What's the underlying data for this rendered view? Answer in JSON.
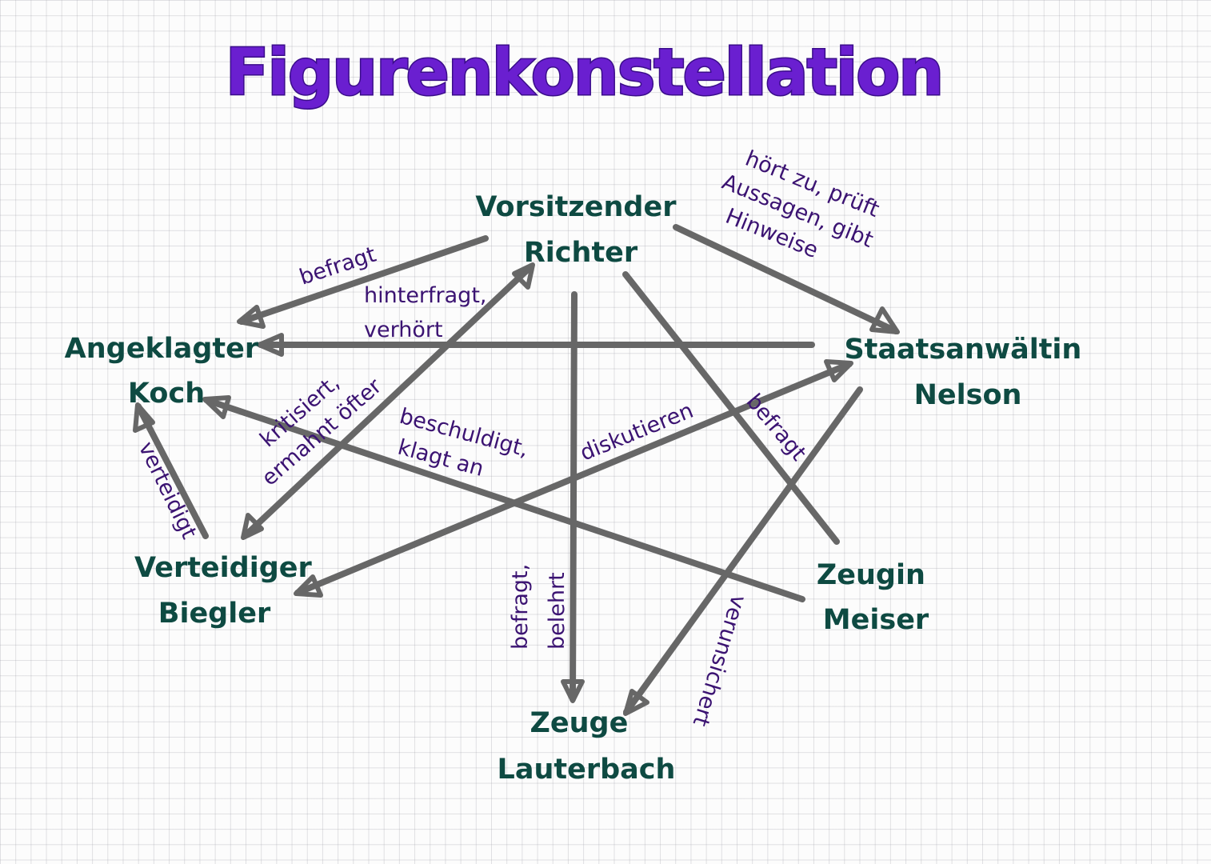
{
  "title": "Figurenkonstellation",
  "colors": {
    "title": "#6a1fd0",
    "names": "#0e4a42",
    "relations": "#3b1372",
    "arrows": "#676767"
  },
  "persons": {
    "richter": [
      "Vorsitzender",
      "Richter"
    ],
    "koch": [
      "Angeklagter",
      "Koch"
    ],
    "nelson": [
      "Staatsanwältin",
      "Nelson"
    ],
    "biegler": [
      "Verteidiger",
      "Biegler"
    ],
    "meiser": [
      "Zeugin",
      "Meiser"
    ],
    "lauterbach": [
      "Zeuge",
      "Lauterbach"
    ]
  },
  "relations": {
    "richter_koch": [
      "befragt"
    ],
    "nelson_koch": [
      "hinterfragt,",
      "verhört"
    ],
    "richter_nelson": [
      "hört zu, prüft",
      "Aussagen, gibt",
      "Hinweise"
    ],
    "richter_biegler": [
      "kritisiert,",
      "ermahnt öfter"
    ],
    "meiser_koch": [
      "beschuldigt,",
      "klagt an"
    ],
    "biegler_nelson": [
      "diskutieren"
    ],
    "richter_meiser": [
      "befragt"
    ],
    "biegler_koch": [
      "verteidigt"
    ],
    "richter_lauterbach": [
      "befragt,",
      "belehrt"
    ],
    "nelson_lauterbach": [
      "verunsichert"
    ]
  }
}
